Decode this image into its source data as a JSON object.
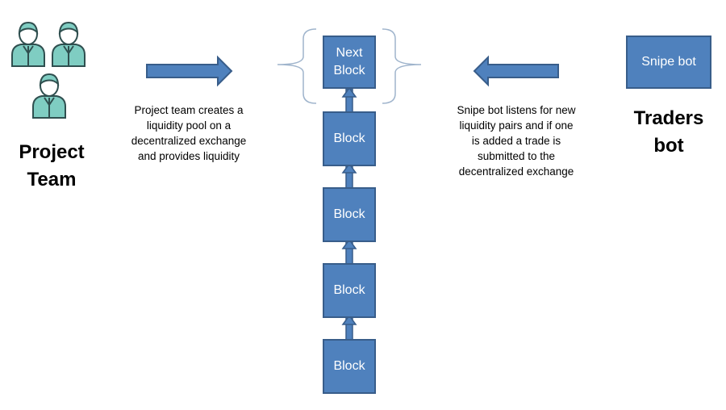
{
  "project_team": {
    "label": "Project\nTeam"
  },
  "traders": {
    "label": "Traders\nbot"
  },
  "left_description": "Project team creates a liquidity pool on a decentralized exchange and provides liquidity",
  "right_description": "Snipe bot listens for new liquidity pairs and if one is added a trade is submitted to the decentralized exchange",
  "snipe_bot": {
    "label": "Snipe bot"
  },
  "chain": {
    "next_block": "Next\nBlock",
    "blocks": [
      "Block",
      "Block",
      "Block",
      "Block"
    ]
  },
  "colors": {
    "block_fill": "#4f81bd",
    "block_border": "#385d8a",
    "person_fill": "#7fcdc2",
    "brace": "#9fb4cc"
  }
}
